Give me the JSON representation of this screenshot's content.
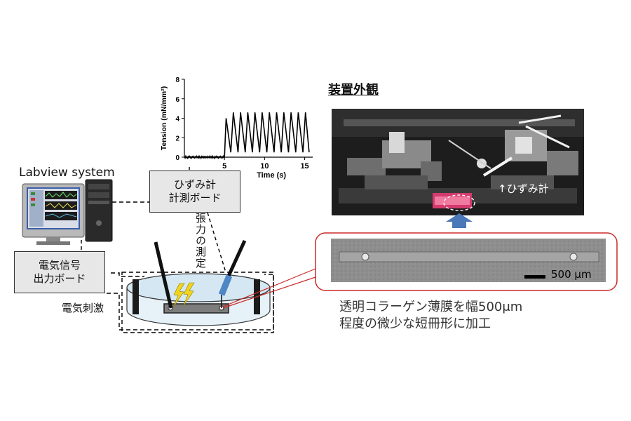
{
  "labview_label": "Labview system",
  "strain_board": {
    "line1": "ひずみ計",
    "line2": "計測ボード"
  },
  "signal_board": {
    "line1": "電気信号",
    "line2": "出力ボード"
  },
  "stimulation_label": "電気刺激",
  "tension_measure_label": "張力の測定",
  "apparatus_title": "装置外観",
  "strain_gauge_tag": "↑ひずみ計",
  "scale_bar_label": "500 μm",
  "caption": {
    "line1": "透明コラーゲン薄膜を幅500μm",
    "line2": "程度の微少な短冊形に加工"
  },
  "colors": {
    "stimulus_bolt": "#f2d41c",
    "arrow": "#4a78b8",
    "callout_border": "#cc2a2a",
    "highlight_border": "#ffffff"
  },
  "chart_data": {
    "type": "line",
    "xlabel": "Time (s)",
    "ylabel": "Tension (mN/mm²)",
    "xlim": [
      0,
      16
    ],
    "ylim": [
      0,
      8
    ],
    "xticks": [
      5,
      10,
      15
    ],
    "yticks": [
      0,
      2,
      4,
      6,
      8
    ],
    "baseline": {
      "x": [
        0,
        5
      ],
      "y": 0
    },
    "stimulation_start": 5,
    "peaks": {
      "x": [
        5.2,
        6.1,
        7.0,
        7.9,
        8.8,
        9.7,
        10.6,
        11.5,
        12.4,
        13.3,
        14.2,
        15.1
      ],
      "y": [
        4.0,
        4.6,
        4.6,
        4.6,
        4.6,
        4.6,
        4.6,
        4.6,
        4.6,
        4.6,
        4.6,
        4.6
      ]
    },
    "trough_value": 0.5
  }
}
